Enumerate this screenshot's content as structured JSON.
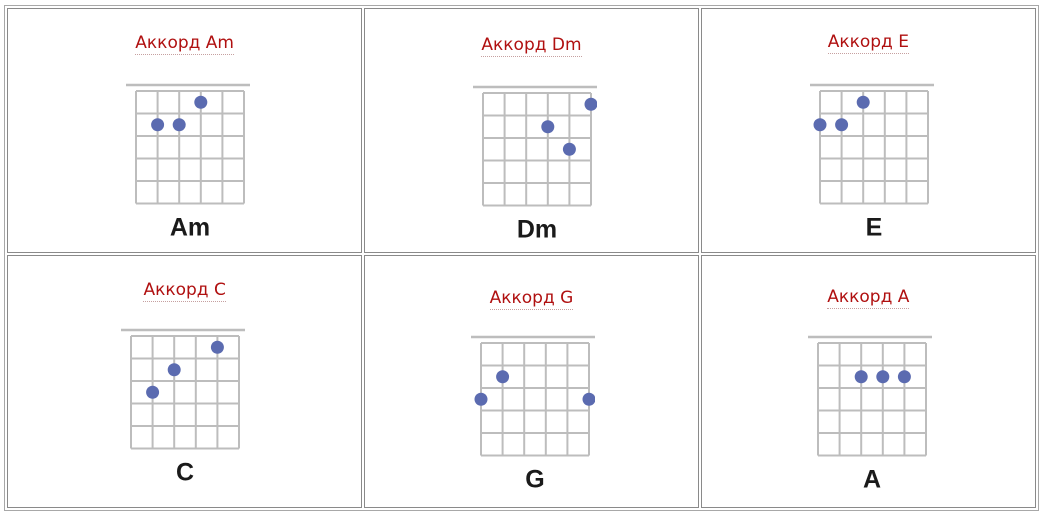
{
  "colors": {
    "link": "#b01010",
    "grid": "#bdbdbd",
    "dot": "#5b6bb0"
  },
  "chords": [
    {
      "id": "am",
      "link_text": "Аккорд Am",
      "name": "Am",
      "dots": [
        [
          3,
          0
        ],
        [
          1,
          1
        ],
        [
          2,
          1
        ]
      ]
    },
    {
      "id": "dm",
      "link_text": "Аккорд Dm",
      "name": "Dm",
      "dots": [
        [
          5,
          0
        ],
        [
          3,
          1
        ],
        [
          4,
          2
        ]
      ]
    },
    {
      "id": "e",
      "link_text": "Аккорд E",
      "name": "E",
      "dots": [
        [
          2,
          0
        ],
        [
          0,
          1
        ],
        [
          1,
          1
        ]
      ]
    },
    {
      "id": "c",
      "link_text": "Аккорд C",
      "name": "C",
      "dots": [
        [
          4,
          0
        ],
        [
          2,
          1
        ],
        [
          1,
          2
        ]
      ]
    },
    {
      "id": "g",
      "link_text": "Аккорд G",
      "name": "G",
      "dots": [
        [
          1,
          1
        ],
        [
          0,
          2
        ],
        [
          5,
          2
        ]
      ]
    },
    {
      "id": "a",
      "link_text": "Аккорд A",
      "name": "A",
      "dots": [
        [
          2,
          1
        ],
        [
          3,
          1
        ],
        [
          4,
          1
        ]
      ]
    }
  ]
}
